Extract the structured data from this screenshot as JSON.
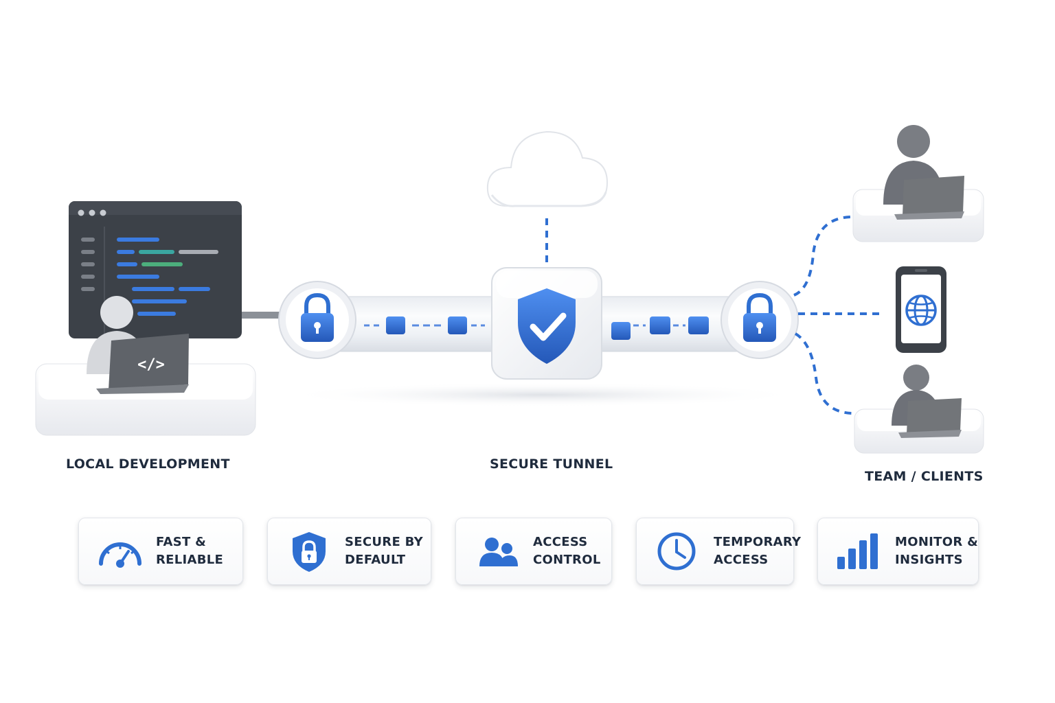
{
  "captions": {
    "local": "LOCAL DEVELOPMENT",
    "tunnel": "SECURE TUNNEL",
    "clients": "TEAM / CLIENTS"
  },
  "features": [
    {
      "line1": "FAST &",
      "line2": "RELIABLE",
      "icon": "speedometer-icon"
    },
    {
      "line1": "SECURE BY",
      "line2": "DEFAULT",
      "icon": "shield-lock-icon"
    },
    {
      "line1": "ACCESS",
      "line2": "CONTROL",
      "icon": "users-icon"
    },
    {
      "line1": "TEMPORARY",
      "line2": "ACCESS",
      "icon": "clock-icon"
    },
    {
      "line1": "MONITOR &",
      "line2": "INSIGHTS",
      "icon": "bar-chart-icon"
    }
  ],
  "colors": {
    "accent": "#2f6fd1",
    "dark_panel": "#3c4148",
    "text": "#1f2b3d",
    "figure": "#6e7178"
  }
}
